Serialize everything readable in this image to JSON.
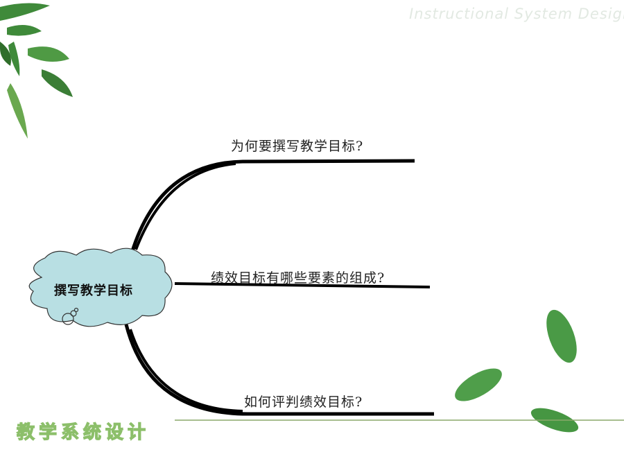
{
  "header": {
    "subtitle": "Instructional System Design"
  },
  "mindmap": {
    "center": "撰写教学目标",
    "branches": [
      {
        "label": "为何要撰写教学目标?"
      },
      {
        "label": "绩效目标有哪些要素的组成?"
      },
      {
        "label": "如何评判绩效目标?"
      }
    ]
  },
  "footer": {
    "title": "教学系统设计"
  },
  "colors": {
    "cloud": "#b8dfe3",
    "leaf": "#3f8a3a",
    "footer_line": "#8aa86a"
  }
}
